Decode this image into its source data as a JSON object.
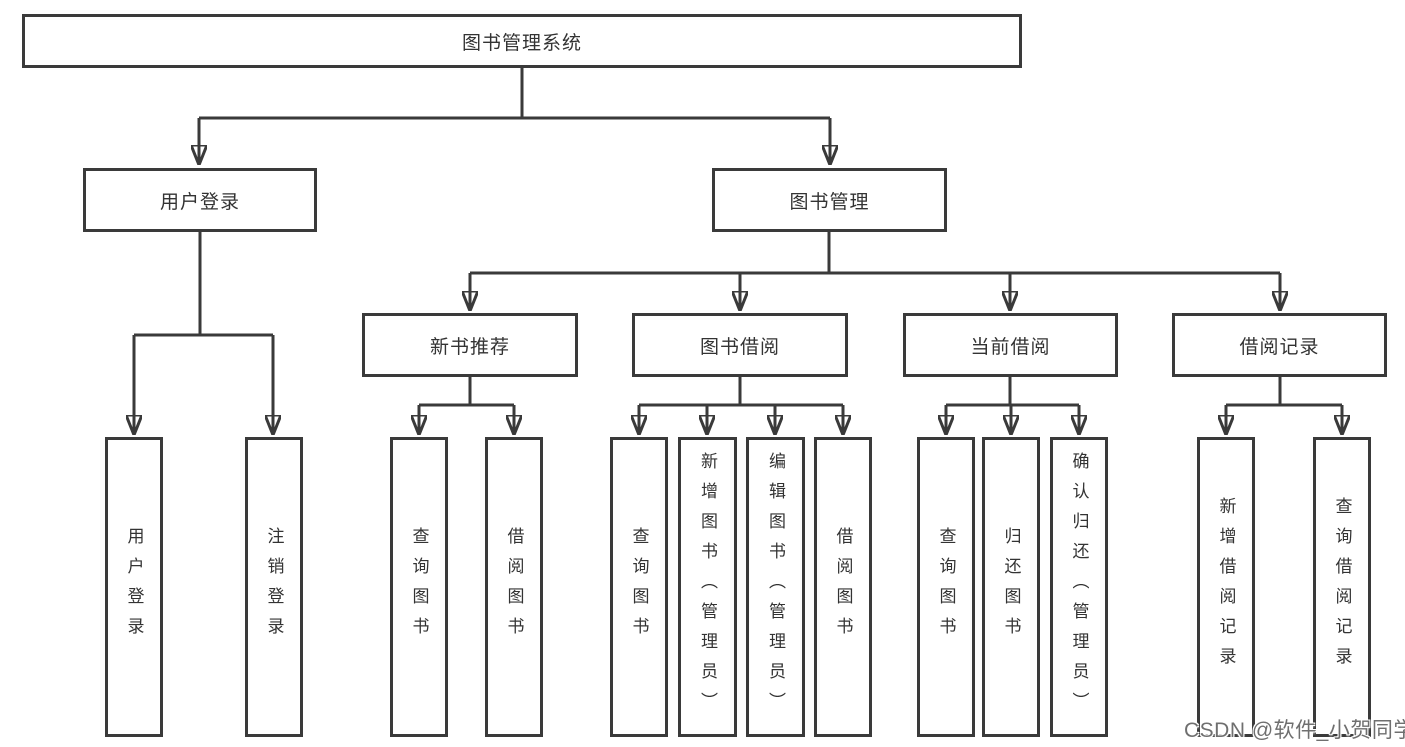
{
  "tree": {
    "root": {
      "label": "图书管理系统",
      "children": [
        {
          "label": "用户登录",
          "children": [
            {
              "label": "用户登录"
            },
            {
              "label": "注销登录"
            }
          ]
        },
        {
          "label": "图书管理",
          "children": [
            {
              "label": "新书推荐",
              "children": [
                {
                  "label": "查询图书"
                },
                {
                  "label": "借阅图书"
                }
              ]
            },
            {
              "label": "图书借阅",
              "children": [
                {
                  "label": "查询图书"
                },
                {
                  "label": "新增图书（管理员）"
                },
                {
                  "label": "编辑图书（管理员）"
                },
                {
                  "label": "借阅图书"
                }
              ]
            },
            {
              "label": "当前借阅",
              "children": [
                {
                  "label": "查询图书"
                },
                {
                  "label": "归还图书"
                },
                {
                  "label": "确认归还（管理员）"
                }
              ]
            },
            {
              "label": "借阅记录",
              "children": [
                {
                  "label": "新增借阅记录"
                },
                {
                  "label": "查询借阅记录"
                }
              ]
            }
          ]
        }
      ]
    }
  },
  "watermark": {
    "text": "CSDN @软件_小贺同学"
  },
  "colors": {
    "line": "#3a3a3a",
    "box_border": "#3a3a3a",
    "text": "#333333",
    "background": "#ffffff",
    "watermark": "#6f6f6f"
  }
}
